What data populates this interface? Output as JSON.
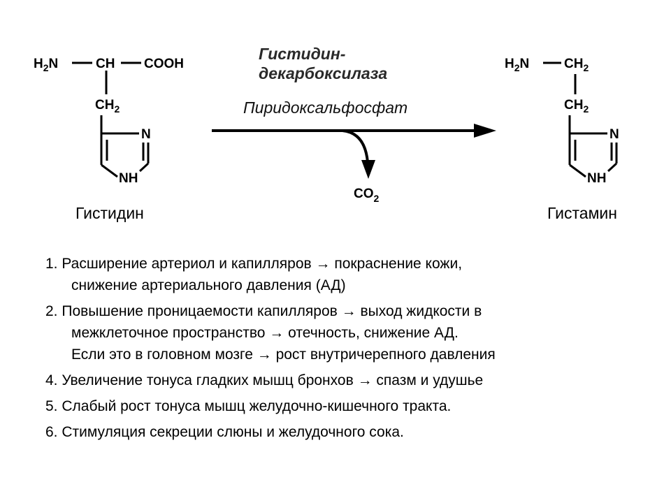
{
  "reaction": {
    "substrate": {
      "name": "Гистидин",
      "atoms": {
        "h": "H",
        "h_sub": "2",
        "n": "N",
        "ch": "CH",
        "cooh": "COOH",
        "c": "CH",
        "c_sub": "2",
        "ring_n": "N",
        "ring_nh": "NH"
      }
    },
    "enzyme_line1": "Гистидин-",
    "enzyme_line2": "декарбоксилаза",
    "cofactor": "Пиридоксальфосфат",
    "byproduct": {
      "co": "CO",
      "sub": "2"
    },
    "product": {
      "name": "Гистамин",
      "atoms": {
        "h": "H",
        "h_sub": "2",
        "n": "N",
        "ch": "CH",
        "ch_sub": "2",
        "c": "CH",
        "c_sub": "2",
        "ring_n": "N",
        "ring_nh": "NH"
      }
    }
  },
  "effects": [
    {
      "lines": [
        "1. Расширение артериол и капилляров → покраснение кожи,",
        "снижение артериального давления (АД)"
      ]
    },
    {
      "lines": [
        "2. Повышение проницаемости капилляров → выход жидкости в",
        "межклеточное пространство → отечность, снижение АД.",
        "Если это  в головном мозге → рост внутричерепного давления"
      ]
    },
    {
      "lines": [
        "4. Увеличение тонуса гладких мышц бронхов → спазм и удушье"
      ]
    },
    {
      "lines": [
        "5. Слабый рост тонуса мышц желудочно-кишечного тракта."
      ]
    },
    {
      "lines": [
        "6. Стимуляция секреции слюны и желудочного сока."
      ]
    }
  ]
}
